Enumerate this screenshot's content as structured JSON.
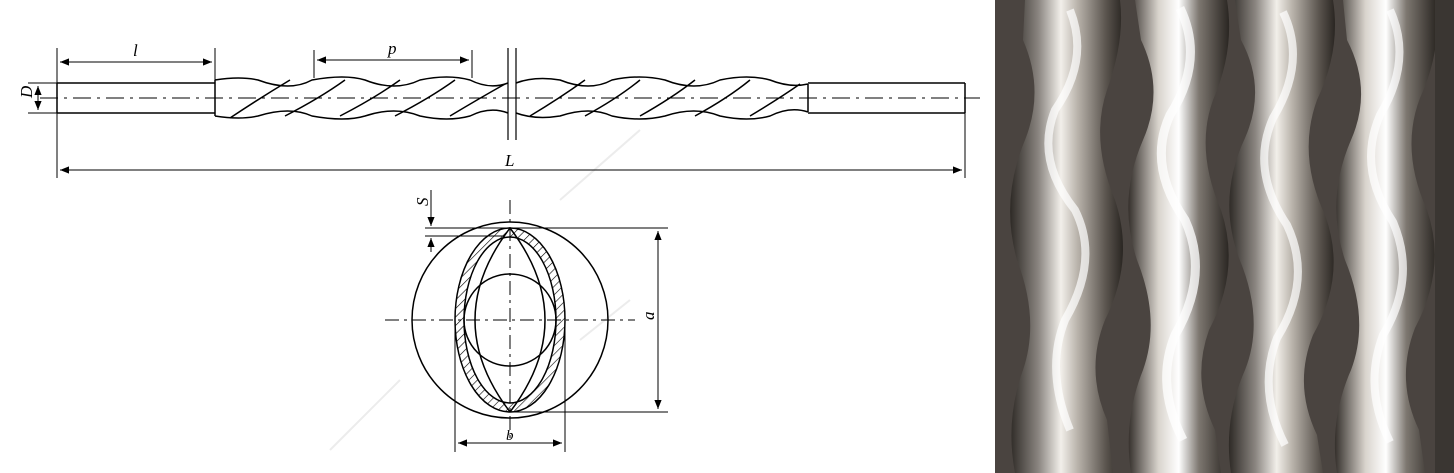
{
  "drawing": {
    "labels": {
      "end_length": "l",
      "pitch": "p",
      "total_length": "L",
      "diameter": "D",
      "wall_thickness": "S",
      "major_axis": "a",
      "minor_axis": "b"
    },
    "line_color": "#000000",
    "watermark_color": "#ececec"
  },
  "photo": {
    "colors": {
      "background": "#4a4440",
      "metal_dark": "#3a3632",
      "metal_mid": "#8a8580",
      "metal_light": "#f2efea"
    }
  }
}
